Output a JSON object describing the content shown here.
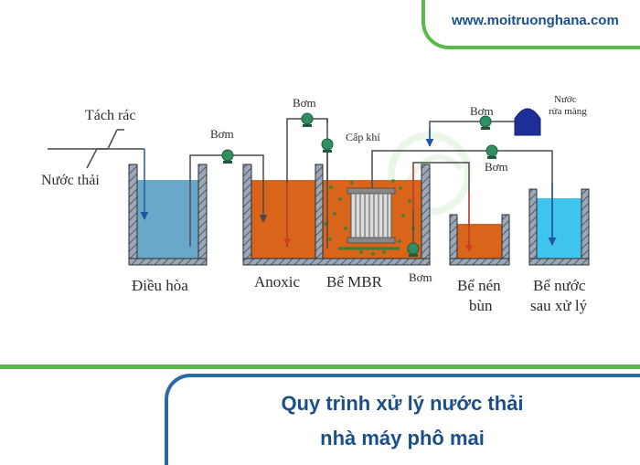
{
  "header": {
    "website": "www.moitruonghana.com"
  },
  "labels": {
    "tach_rac": "Tách rác",
    "nuoc_thai": "Nước thải",
    "bom_1": "Bơm",
    "bom_2": "Bơm",
    "cap_khi": "Cấp khí",
    "bom_3": "Bơm",
    "nuoc_rua_mang_1": "Nước",
    "nuoc_rua_mang_2": "rửa màng",
    "bom_4": "Bơm",
    "bom_5": "Bơm"
  },
  "tanks": {
    "dieu_hoa": "Điều hòa",
    "anoxic": "Anoxic",
    "be_mbr": "Bể MBR",
    "be_nen_bun_1": "Bể nén",
    "be_nen_bun_2": "bùn",
    "be_nuoc_sau_xu_ly_1": "Bể nước",
    "be_nuoc_sau_xu_ly_2": "sau xử lý"
  },
  "caption": {
    "line1": "Quy trình xử lý nước thải",
    "line2": "nhà máy phô mai"
  },
  "colors": {
    "brand_green": "#59b94a",
    "brand_blue": "#1b4f8a",
    "water_blue": "#6aa8c9",
    "clean_water": "#3fc4ee",
    "sludge_orange": "#d9651a",
    "pump_green": "#2f8f62",
    "pipe": "#4a4a4a",
    "red_flow": "#d63a2a",
    "blue_flow": "#2255a4"
  }
}
